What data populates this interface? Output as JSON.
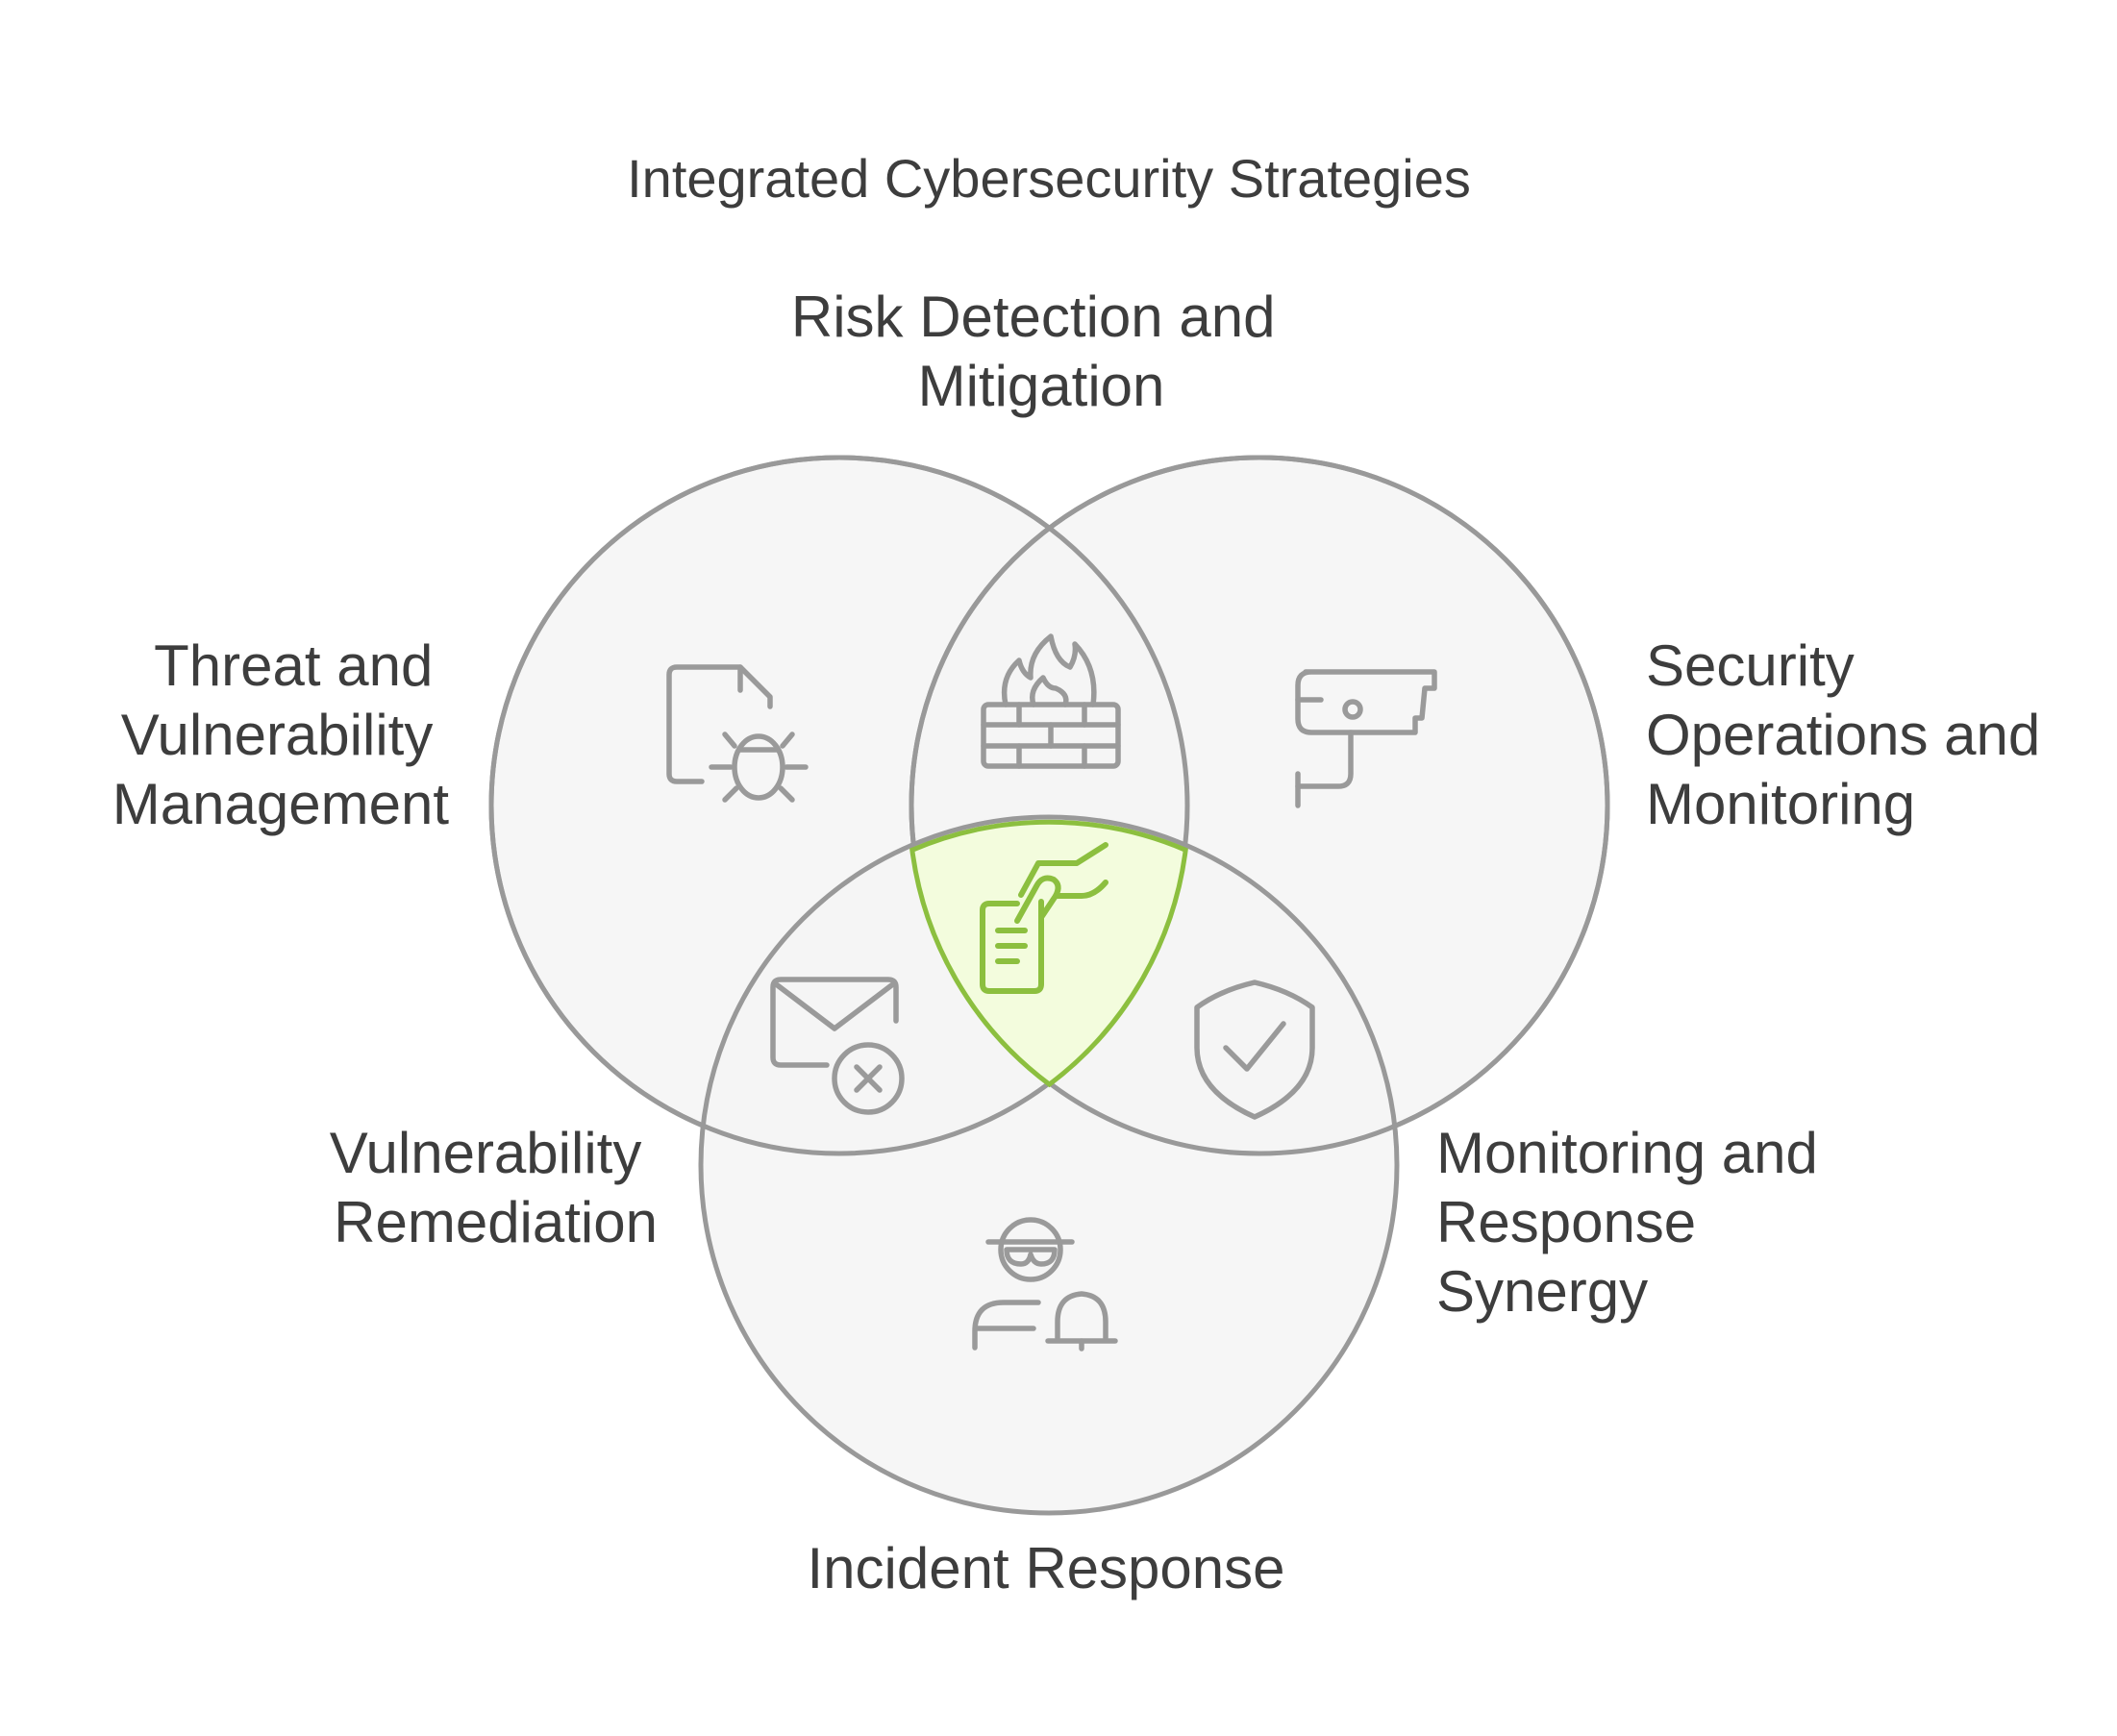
{
  "title": "Integrated Cybersecurity Strategies",
  "circles": [
    {
      "id": "risk",
      "label_lines": [
        "Risk Detection and",
        "Mitigation"
      ]
    },
    {
      "id": "threat",
      "label_lines": [
        "Threat and",
        "Vulnerability",
        "Management"
      ]
    },
    {
      "id": "secops",
      "label_lines": [
        "Security",
        "Operations and",
        "Monitoring"
      ]
    },
    {
      "id": "incident",
      "label_lines": [
        "Incident Response"
      ]
    }
  ],
  "intersections": [
    {
      "id": "remediation",
      "label_lines": [
        "Vulnerability",
        "Remediation"
      ]
    },
    {
      "id": "synergy",
      "label_lines": [
        "Monitoring and",
        "Response",
        "Synergy"
      ]
    }
  ],
  "icons": {
    "threat": "bug-file-icon",
    "risk_secops": "firewall-icon",
    "secops": "security-camera-icon",
    "remediation": "mail-error-icon",
    "center": "hand-document-icon",
    "synergy": "shield-check-icon",
    "incident": "hacker-alert-icon"
  },
  "colors": {
    "circle_fill": "#f4f4f4",
    "circle_stroke": "#999999",
    "center_fill": "#f3fcdd",
    "center_stroke": "#8cbf3f",
    "text": "#3d3d3d"
  }
}
